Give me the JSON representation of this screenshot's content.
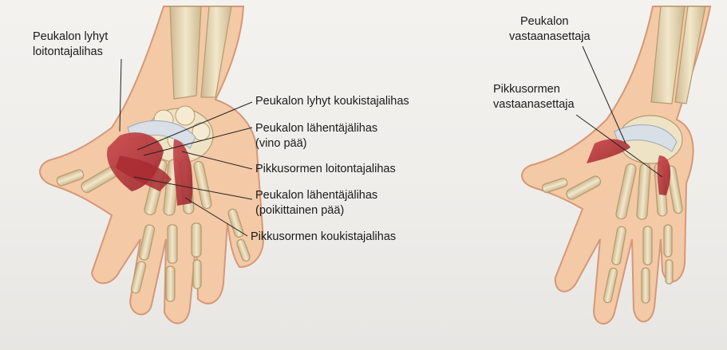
{
  "figure": {
    "left_hand_labels": {
      "thumb_short_abductor": [
        "Peukalon lyhyt",
        "loitontajalihas"
      ],
      "thumb_short_flexor": "Peukalon lyhyt koukistajalihas",
      "thumb_adductor_oblique": [
        "Peukalon lähentäjälihas",
        "(vino pää)"
      ],
      "little_finger_abductor": "Pikkusormen loitontajalihas",
      "thumb_adductor_transverse": [
        "Peukalon lähentäjälihas",
        "(poikittainen pää)"
      ],
      "little_finger_flexor": "Pikkusormen koukistajalihas"
    },
    "right_hand_labels": {
      "thumb_opponens": [
        "Peukalon",
        "vastaanasettaja"
      ],
      "little_finger_opponens": [
        "Pikkusormen",
        "vastaanasettaja"
      ]
    }
  },
  "colors": {
    "skin": "#f3c9a6",
    "skin_outline": "#d59877",
    "bone": "#ece0c2",
    "bone_shade": "#c9b48a",
    "muscle": "#b8343a",
    "ligament": "#d8dfe6",
    "label_text": "#1a1a1a"
  }
}
